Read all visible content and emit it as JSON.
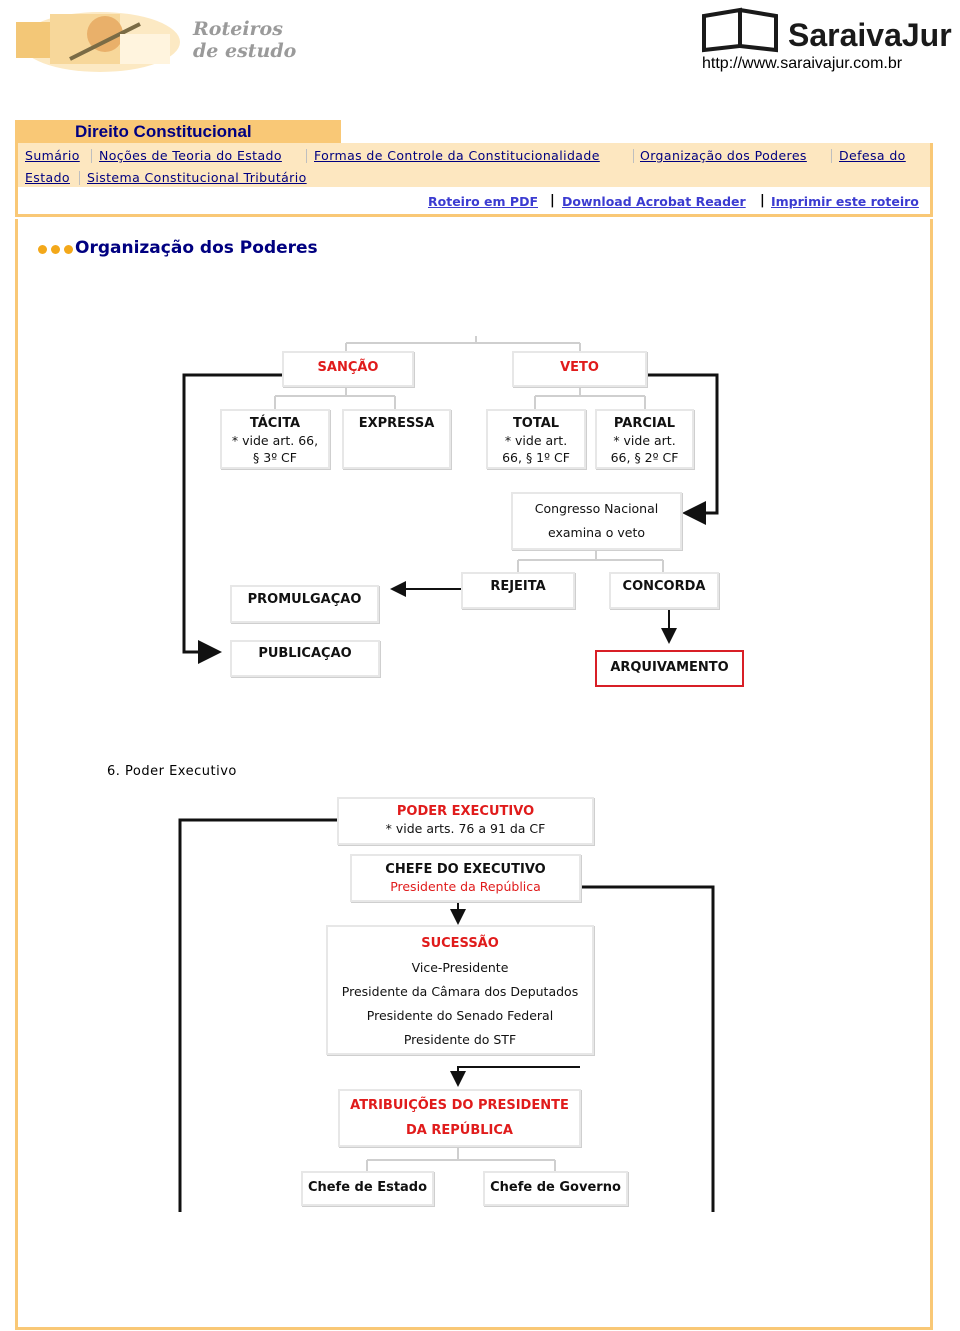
{
  "header": {
    "logo_title_line1": "Roteiros",
    "logo_title_line2": "de estudo",
    "brand_name": "SaraivaJur",
    "url": "http://www.saraivajur.com.br"
  },
  "subject": {
    "title": "Direito Constitucional"
  },
  "nav": {
    "items": [
      "Sumário",
      "Noções de Teoria do Estado",
      "Formas de Controle da Constitucionalidade",
      "Organização dos Poderes",
      "Defesa do",
      "Estado",
      "Sistema Constitucional Tributário"
    ]
  },
  "tools": {
    "pdf": "Roteiro em PDF",
    "acrobat": "Download Acrobat Reader",
    "print": "Imprimir este roteiro",
    "separator": "|"
  },
  "section": {
    "heading": "Organização dos Poderes"
  },
  "diagram1": {
    "sancao": "SANÇÃO",
    "veto": "VETO",
    "tacita": {
      "title": "TÁCITA",
      "l1": "* vide art. 66,",
      "l2": "§ 3º CF"
    },
    "expressa": "EXPRESSA",
    "total": {
      "title": "TOTAL",
      "l1": "* vide art.",
      "l2": "66, § 1º CF"
    },
    "parcial": {
      "title": "PARCIAL",
      "l1": "* vide art.",
      "l2": "66, § 2º CF"
    },
    "congresso": {
      "l1": "Congresso Nacional",
      "l2": "examina o veto"
    },
    "rejeita": "REJEITA",
    "concorda": "CONCORDA",
    "promulgacao": "PROMULGAÇAO",
    "publicacao": "PUBLICAÇAO",
    "arquivamento": "ARQUIVAMENTO"
  },
  "caption": "6. Poder Executivo",
  "diagram2": {
    "poder": {
      "title": "PODER EXECUTIVO",
      "sub": "* vide arts. 76 a 91 da CF"
    },
    "chefe": {
      "title": "CHEFE DO EXECUTIVO",
      "sub": "Presidente da República"
    },
    "sucessao": {
      "title": "SUCESSÃO",
      "items": [
        "Vice-Presidente",
        "Presidente da Câmara dos Deputados",
        "Presidente do Senado Federal",
        "Presidente do STF"
      ]
    },
    "atribuicoes": {
      "l1": "ATRIBUIÇÕES DO PRESIDENTE",
      "l2": "DA REPÚBLICA"
    },
    "chefe_estado": "Chefe de Estado",
    "chefe_governo": "Chefe de Governo"
  },
  "colors": {
    "accent": "#f9c876",
    "nav_bg": "#fde7c0",
    "link": "#000080",
    "red": "#e01b1b"
  }
}
